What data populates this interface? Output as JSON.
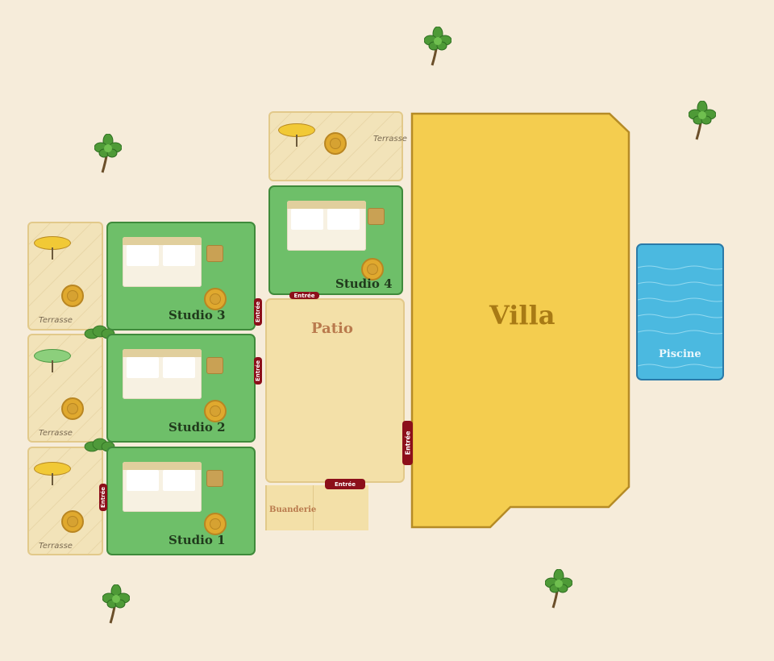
{
  "map": {
    "labels": {
      "villa": "Villa",
      "patio": "Patio",
      "piscine": "Piscine",
      "buanderie": "Buanderie",
      "entree": "Entrée",
      "terrasse": "Terrasse"
    },
    "studios": [
      {
        "label": "Studio 3",
        "umbrella_color": "#f1c936"
      },
      {
        "label": "Studio 2",
        "umbrella_color": "#8ccf7c"
      },
      {
        "label": "Studio 1",
        "umbrella_color": "#f1c936"
      }
    ],
    "studio4": {
      "label": "Studio 4",
      "umbrella_color": "#f1c936"
    },
    "colors": {
      "villa": "#f4cd4f",
      "patio": "#f3e0a8",
      "studio": "#6ebf69",
      "pool": "#4bb9e0",
      "entrance": "#8c0f1a",
      "background": "#f6ecda"
    },
    "icons": [
      "palm-tree-icon",
      "umbrella-icon",
      "bed-icon",
      "stool-icon",
      "bush-icon"
    ]
  }
}
